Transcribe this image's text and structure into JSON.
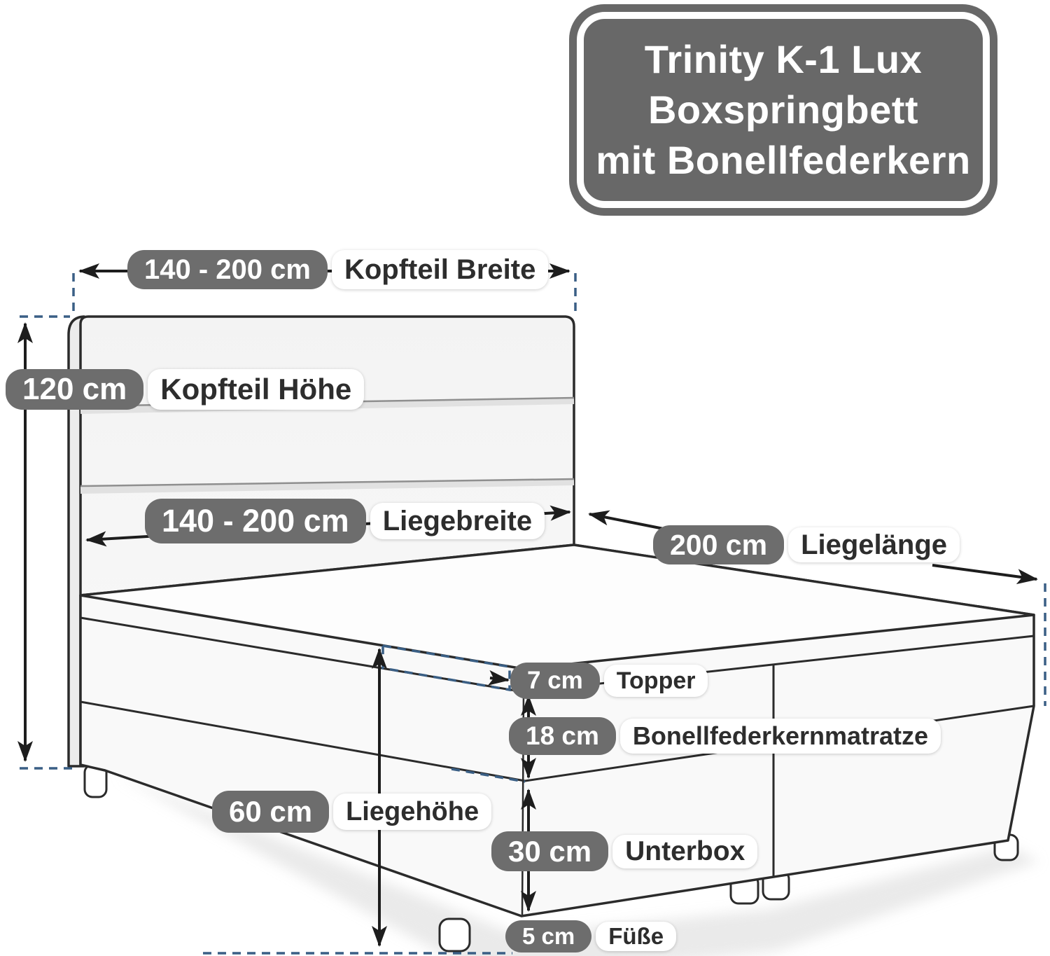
{
  "title": {
    "line1": "Trinity K-1 Lux",
    "line2": "Boxspringbett",
    "line3": "mit Bonellfederkern"
  },
  "dimensions": {
    "kopfteil_breite": {
      "value": "140 - 200 cm",
      "label": "Kopfteil Breite"
    },
    "kopfteil_hoehe": {
      "value": "120 cm",
      "label": "Kopfteil Höhe"
    },
    "liegebreite": {
      "value": "140 - 200 cm",
      "label": "Liegebreite"
    },
    "liegelaenge": {
      "value": "200 cm",
      "label": "Liegelänge"
    },
    "topper": {
      "value": "7 cm",
      "label": "Topper"
    },
    "matratze": {
      "value": "18 cm",
      "label": "Bonellfederkernmatratze"
    },
    "liegehoehe": {
      "value": "60 cm",
      "label": "Liegehöhe"
    },
    "unterbox": {
      "value": "30 cm",
      "label": "Unterbox"
    },
    "fuesse": {
      "value": "5 cm",
      "label": "Füße"
    }
  },
  "colors": {
    "pill_dark_bg": "#6d6d6d",
    "pill_light_bg": "#ffffff",
    "title_bg": "#686868",
    "dash_blue": "#3a5f85",
    "line_black": "#1d1d1d"
  }
}
